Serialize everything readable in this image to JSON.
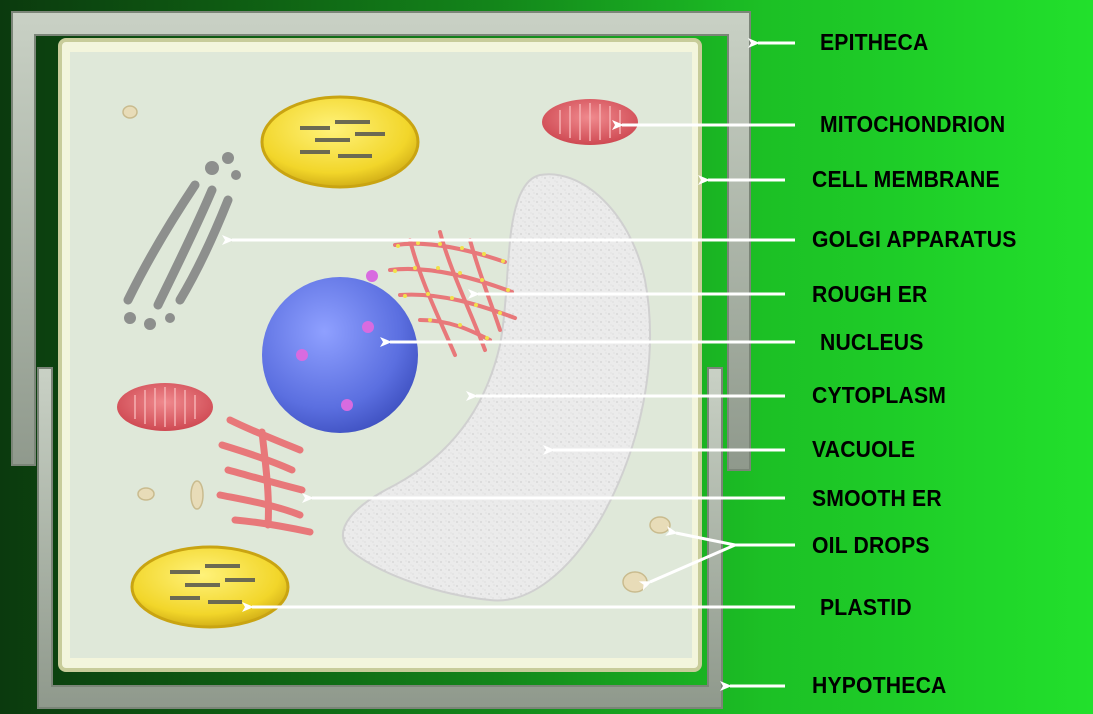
{
  "diagram": {
    "labels": {
      "epitheca": "EPITHECA",
      "mitochondrion": "MITOCHONDRION",
      "cell_membrane": "CELL MEMBRANE",
      "golgi_apparatus": "GOLGI APPARATUS",
      "rough_er": "ROUGH ER",
      "nucleus": "NUCLEUS",
      "cytoplasm": "CYTOPLASM",
      "vacuole": "VACUOLE",
      "smooth_er": "SMOOTH ER",
      "oil_drops": "OIL DROPS",
      "plastid": "PLASTID",
      "hypotheca": "HYPOTHECA"
    },
    "colors": {
      "background_dark": "#0b3a0e",
      "background_bright": "#22e02c",
      "frame": "#a9b3a6",
      "cytoplasm": "#dfe8d9",
      "plastid": "#f2d62a",
      "mitochondrion": "#d94d55",
      "nucleus": "#5b6fe0",
      "vacuole": "#ececec",
      "er": "#e8787a",
      "golgi": "#8d8f8d",
      "oil_drop": "#e8dcb8",
      "arrow": "#ffffff",
      "label_text": "#000000"
    }
  }
}
